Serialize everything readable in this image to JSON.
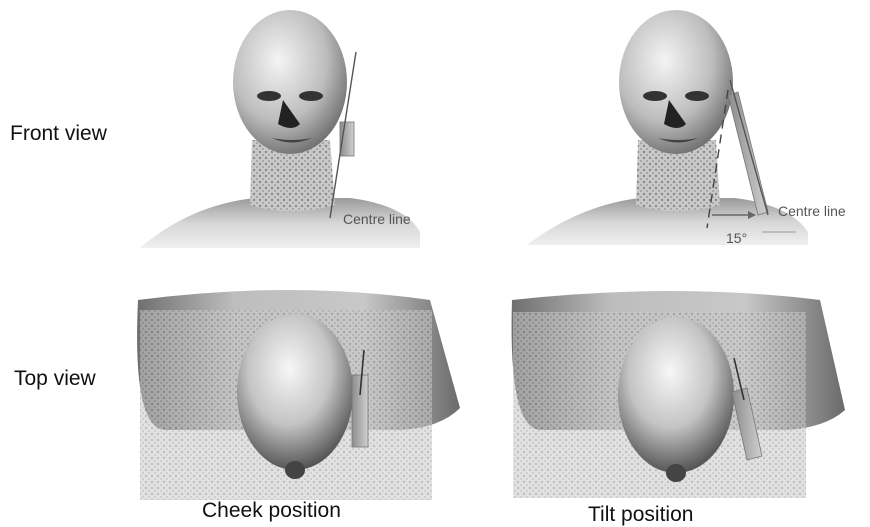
{
  "row_labels": {
    "front": "Front view",
    "top": "Top view"
  },
  "annotations": {
    "centre_line_left": "Centre line",
    "centre_line_right": "Centre line",
    "tilt_angle": "15°"
  },
  "captions": {
    "cheek": "Cheek position",
    "tilt": "Tilt position"
  }
}
